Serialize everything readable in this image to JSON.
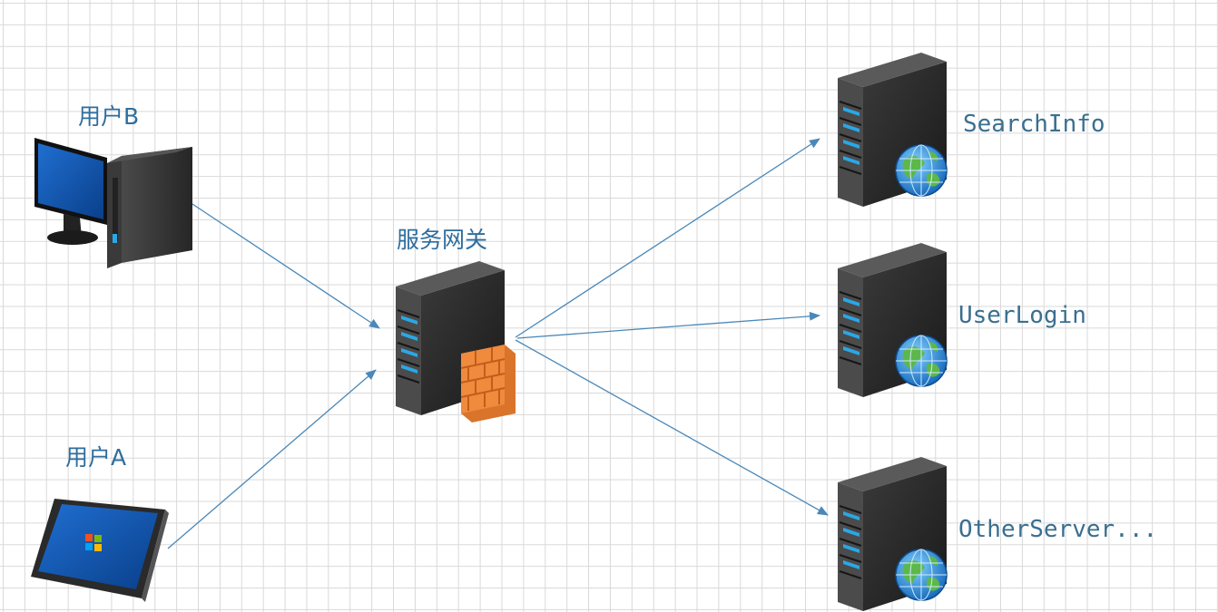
{
  "nodes": {
    "user_b": {
      "label": "用户B",
      "icon": "desktop-computer-icon"
    },
    "user_a": {
      "label": "用户A",
      "icon": "tablet-icon"
    },
    "gateway": {
      "label": "服务网关",
      "icon": "firewall-server-icon"
    },
    "search_info": {
      "label": "SearchInfo",
      "icon": "web-server-icon"
    },
    "user_login": {
      "label": "UserLogin",
      "icon": "web-server-icon"
    },
    "other_server": {
      "label": "OtherServer...",
      "icon": "web-server-icon"
    }
  },
  "colors": {
    "arrow": "#4a88b8",
    "label": "#2e6e9e",
    "grid": "#d9d9d9",
    "server_body": "#2b2b2b",
    "server_light": "#2aa7e6",
    "firewall": "#f08a3c",
    "globe": "#2f8fd9"
  }
}
